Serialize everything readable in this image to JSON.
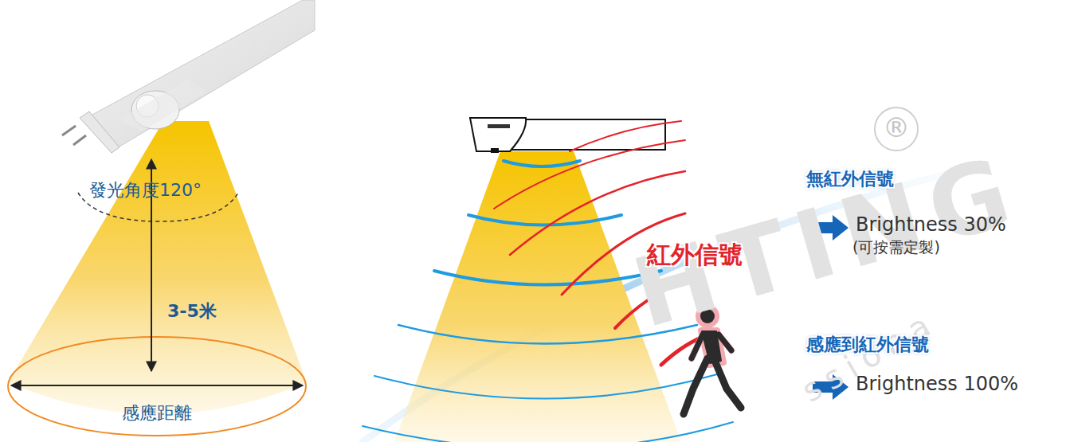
{
  "diagram": {
    "labels": [
      "發光角度120°",
      "3-5米",
      "感應距離",
      "紅外信號",
      "無紅外信號",
      "Brightness 30%",
      "(可按需定製)",
      "感應到紅外信號",
      "Brightness 100%",
      "®",
      "HTING",
      "ssiona"
    ]
  }
}
